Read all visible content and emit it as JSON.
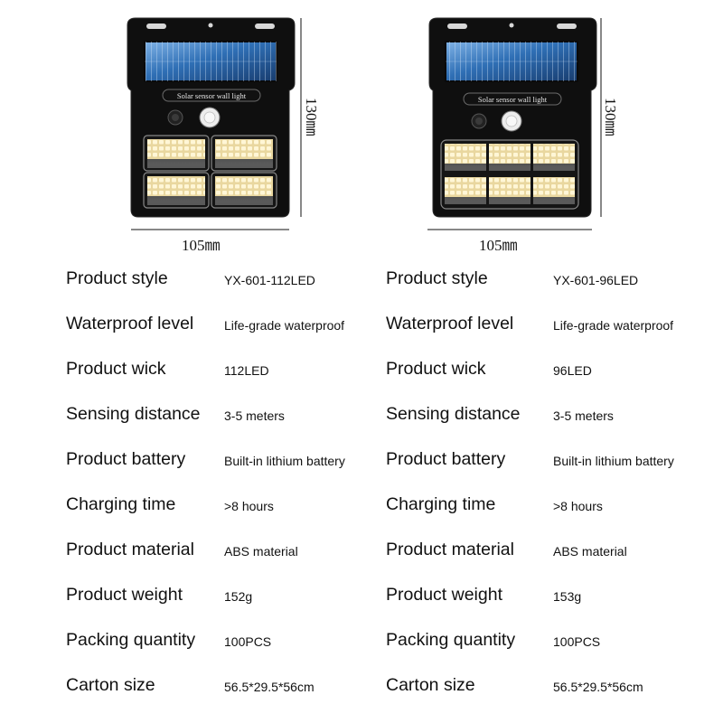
{
  "products": [
    {
      "id": "left",
      "panel_label": "Solar sensor wall light",
      "width_label": "105㎜",
      "height_label": "130㎜",
      "led_blocks": 4,
      "specs": [
        {
          "label": "Product style",
          "value": "YX-601-112LED"
        },
        {
          "label": "Waterproof level",
          "value": "Life-grade waterproof"
        },
        {
          "label": "Product wick",
          "value": "112LED"
        },
        {
          "label": "Sensing distance",
          "value": "3-5 meters"
        },
        {
          "label": "Product battery",
          "value": "Built-in lithium battery"
        },
        {
          "label": "Charging time",
          "value": ">8 hours"
        },
        {
          "label": "Product material",
          "value": "ABS material"
        },
        {
          "label": "Product weight",
          "value": "152g"
        },
        {
          "label": "Packing quantity",
          "value": "100PCS"
        },
        {
          "label": "Carton size",
          "value": "56.5*29.5*56cm"
        }
      ]
    },
    {
      "id": "right",
      "panel_label": "Solar sensor wall light",
      "width_label": "105㎜",
      "height_label": "130㎜",
      "led_blocks": 6,
      "specs": [
        {
          "label": "Product style",
          "value": "YX-601-96LED"
        },
        {
          "label": "Waterproof level",
          "value": "Life-grade waterproof"
        },
        {
          "label": "Product wick",
          "value": "96LED"
        },
        {
          "label": "Sensing distance",
          "value": "3-5 meters"
        },
        {
          "label": "Product battery",
          "value": "Built-in lithium battery"
        },
        {
          "label": "Charging time",
          "value": ">8 hours"
        },
        {
          "label": "Product material",
          "value": "ABS material"
        },
        {
          "label": "Product weight",
          "value": "153g"
        },
        {
          "label": "Packing quantity",
          "value": "100PCS"
        },
        {
          "label": "Carton size",
          "value": "56.5*29.5*56cm"
        }
      ]
    }
  ],
  "colors": {
    "housing": "#0d0d0d",
    "solar_panel": "#2f6fb5",
    "led_warm": "#f6e6b4",
    "dimension_line": "#111111"
  }
}
